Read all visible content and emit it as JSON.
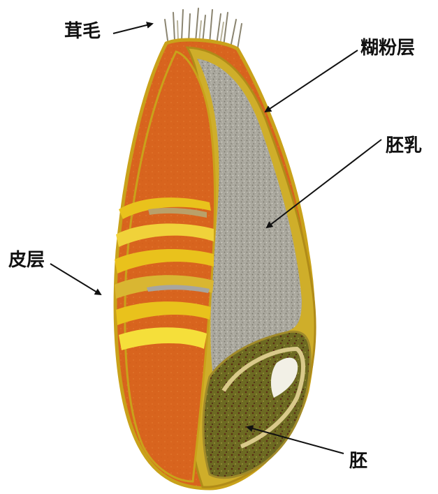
{
  "labels": {
    "brush": "茸毛",
    "aleurone": "糊粉层",
    "endosperm": "胚乳",
    "bran": "皮层",
    "germ": "胚"
  },
  "colors": {
    "background": "#ffffff",
    "pericarp": "#d8641e",
    "pericarp_dark": "#b94c12",
    "outline": "#c9a21a",
    "bran_ring": "#e9c21c",
    "bran_ring_light": "#f5df3a",
    "endosperm": "#a9a79c",
    "germ": "#6f6a22",
    "germ_dark": "#5a2a16",
    "arrow": "#111111"
  }
}
